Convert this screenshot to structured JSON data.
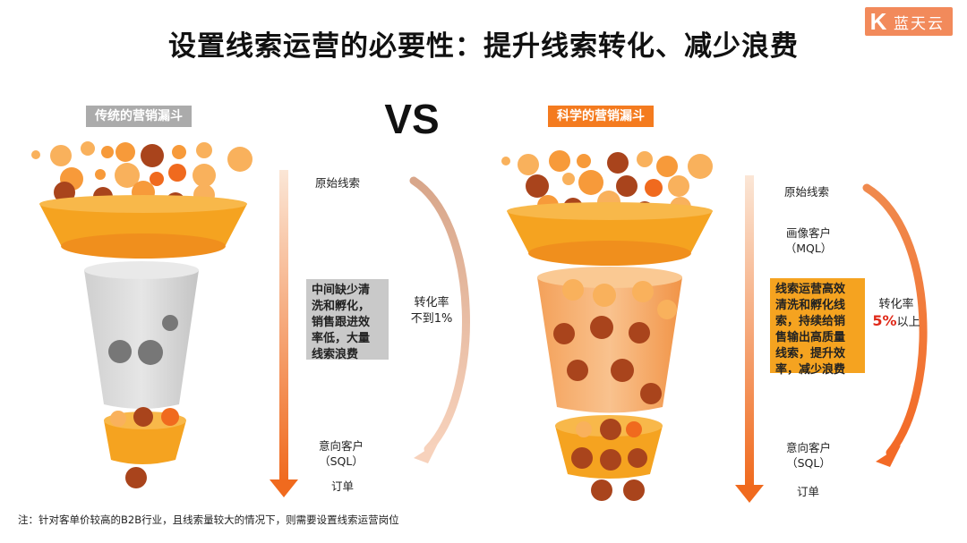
{
  "title": "设置线索运营的必要性：提升线索转化、减少浪费",
  "logo": {
    "letter": "K",
    "text": "蓝天云"
  },
  "vs": "VS",
  "left": {
    "tag": "传统的营销漏斗",
    "stage_top": "原始线索",
    "stage_mid": "意向客户",
    "stage_mid_sub": "（SQL）",
    "stage_end": "订单",
    "box_lines": [
      "中间缺少清",
      "洗和孵化，",
      "销售跟进效",
      "率低，大量",
      "线索浪费"
    ],
    "rate_label": "转化率",
    "rate_value": "不到1%"
  },
  "right": {
    "tag": "科学的营销漏斗",
    "stage_top": "原始线索",
    "stage_mql": "画像客户",
    "stage_mql_sub": "（MQL）",
    "stage_mid": "意向客户",
    "stage_mid_sub": "（SQL）",
    "stage_end": "订单",
    "box_lines": [
      "线索运营高效",
      "清洗和孵化线",
      "索，持续给销",
      "售输出高质量",
      "线索，提升效",
      "率，减少浪费"
    ],
    "rate_label": "转化率",
    "rate_big": "5%",
    "rate_suffix": "以上"
  },
  "note": "注：针对客单价较高的B2B行业，且线索量较大的情况下，则需要设置线索运营岗位",
  "colors": {
    "orange": "#f5a320",
    "deep_orange": "#f47b1f",
    "grey": "#c9c9c9",
    "ball_dark": "#a9441c",
    "ball_light": "#f9b15c",
    "arrow_red": "#f0681f",
    "rate_red": "#e02a1a"
  }
}
